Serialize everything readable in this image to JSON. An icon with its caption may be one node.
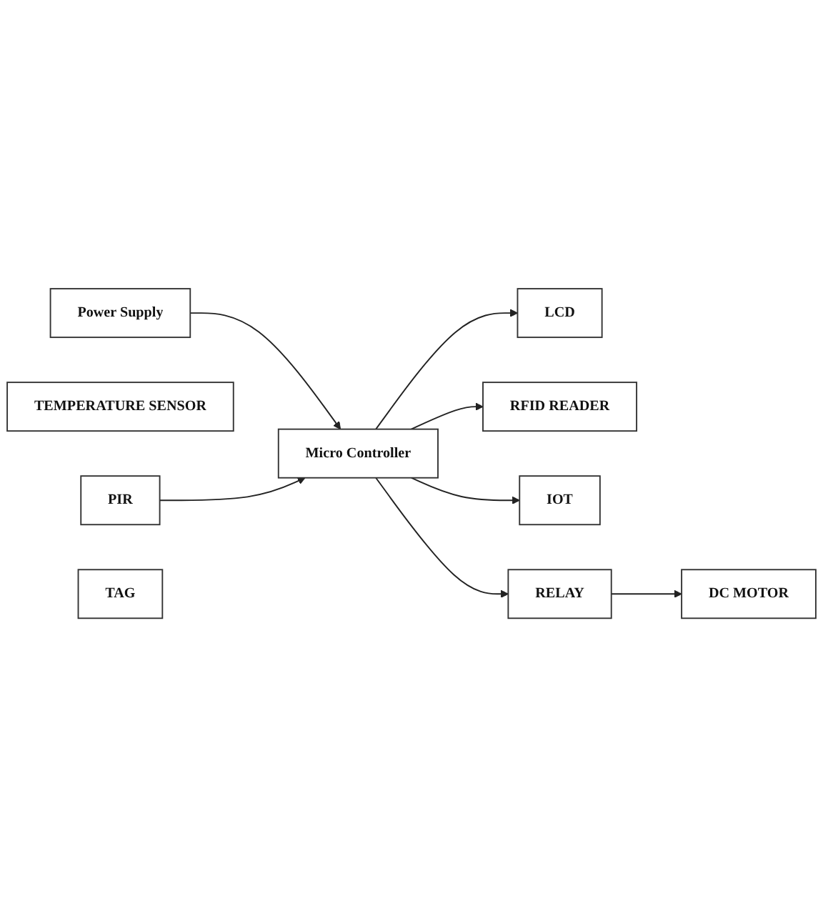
{
  "diagram": {
    "nodes": [
      {
        "text": [
          "Power Supply"
        ]
      },
      {
        "text": [
          "TEMPERATURE SENSOR"
        ]
      },
      {
        "text": [
          "Micro Controller"
        ]
      },
      {
        "text": [
          "LCD"
        ]
      },
      {
        "text": [
          "PIR"
        ]
      },
      {
        "text": [
          "RFID READER"
        ]
      },
      {
        "text": [
          "IOT"
        ]
      },
      {
        "text": [
          "TAG"
        ]
      },
      {
        "text": [
          "RELAY"
        ]
      },
      {
        "text": [
          "DC MOTOR"
        ]
      }
    ],
    "edges": [
      {
        "from": 0,
        "to": 2,
        "arrow": "to"
      },
      {
        "from": 2,
        "to": 3,
        "arrow": "to"
      },
      {
        "from": 4,
        "to": 2,
        "arrow": "to"
      },
      {
        "from": 2,
        "to": 5,
        "arrow": "to"
      },
      {
        "from": 2,
        "to": 6,
        "arrow": "to"
      },
      {
        "from": 2,
        "to": 8,
        "arrow": "to"
      },
      {
        "from": 8,
        "to": 9,
        "arrow": "to"
      }
    ]
  }
}
